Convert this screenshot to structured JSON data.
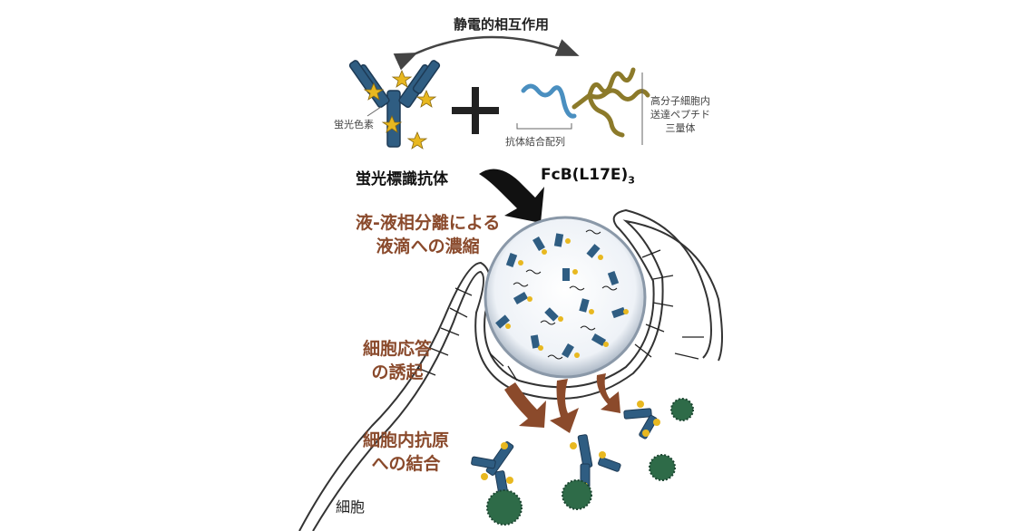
{
  "labels": {
    "interaction": "静電的相互作用",
    "dye": "蛍光色素",
    "antibody": "蛍光標識抗体",
    "fcb_main": "FcB(L17E)",
    "fcb_sub": "3",
    "binding_seq": "抗体結合配列",
    "peptide_lines": [
      "高分子細胞内",
      "送達ペプチド",
      "三量体"
    ],
    "llps_lines": [
      "液-液相分離による",
      "液滴への濃縮"
    ],
    "response_lines": [
      "細胞応答",
      "の誘起"
    ],
    "antigen_binding_lines": [
      "細胞内抗原",
      "への結合"
    ],
    "cell": "細胞"
  },
  "colors": {
    "antibody": "#2f5d82",
    "star": "#e8b820",
    "peptide": "#8c7a2a",
    "binding_seq": "#4a8fc0",
    "arrow_brown": "#8b4a2b",
    "antigen": "#2e6b48",
    "text_brown": "#8a4a2c"
  }
}
